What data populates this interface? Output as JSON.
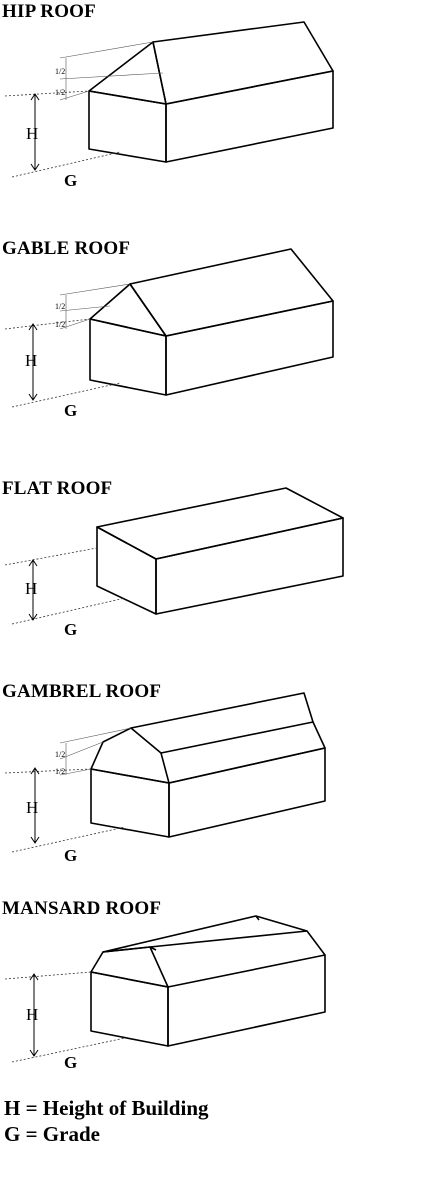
{
  "roofs": [
    {
      "title": "HIP ROOF",
      "h": "H",
      "g": "G",
      "half_a": "1/2",
      "half_b": "1/2"
    },
    {
      "title": "GABLE ROOF",
      "h": "H",
      "g": "G",
      "half_a": "1/2",
      "half_b": "1/2"
    },
    {
      "title": "FLAT ROOF",
      "h": "H",
      "g": "G"
    },
    {
      "title": "GAMBREL ROOF",
      "h": "H",
      "g": "G",
      "half_a": "1/2",
      "half_b": "1/2"
    },
    {
      "title": "MANSARD ROOF",
      "h": "H",
      "g": "G"
    }
  ],
  "legend": {
    "line1": "H = Height of Building",
    "line2": "G = Grade"
  }
}
